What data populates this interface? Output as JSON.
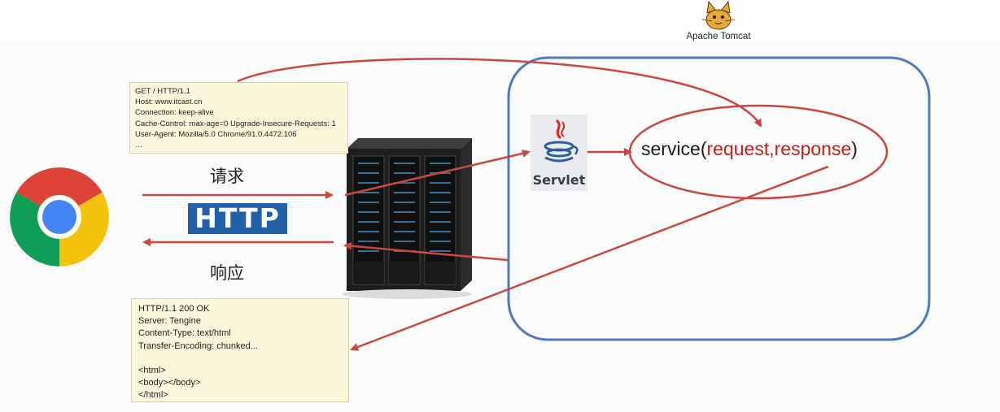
{
  "tomcat": {
    "caption": "Apache Tomcat"
  },
  "request_note": {
    "lines": [
      "GET / HTTP/1.1",
      "Host: www.itcast.cn",
      "Connection: keep-alive",
      "Cache-Control: max-age=0 Upgrade-Insecure-Requests: 1",
      "User-Agent: Mozilla/5.0 Chrome/91.0.4472.106",
      "…"
    ]
  },
  "response_note": {
    "lines": [
      "HTTP/1.1 200 OK",
      "Server: Tengine",
      "Content-Type: text/html",
      "Transfer-Encoding: chunked...",
      "",
      "<html>",
      "<body></body>",
      "</html>"
    ]
  },
  "labels": {
    "request": "请求",
    "response": "响应",
    "http": "HTTP"
  },
  "servlet": {
    "label": "Servlet"
  },
  "service": {
    "prefix": "service(",
    "args": "request,response",
    "suffix": ")"
  },
  "colors": {
    "arrow": "#c8483f",
    "container_border": "#4f7bbd",
    "http_badge": "#2460a7",
    "note_bg": "#fbf7dc",
    "service_args": "#c0201c"
  },
  "icons": [
    "chrome-browser-icon",
    "server-rack-icon",
    "tomcat-logo-icon",
    "java-servlet-icon"
  ]
}
